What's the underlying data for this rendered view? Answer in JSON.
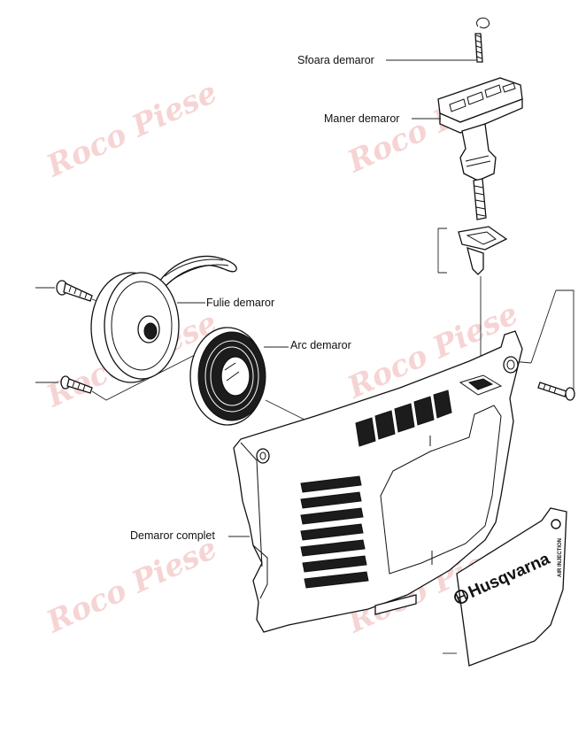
{
  "watermark": "Roco Piese",
  "labels": {
    "sfoara": "Sfoara demaror",
    "maner": "Maner demaror",
    "fulie": "Fulie demaror",
    "arc": "Arc demaror",
    "complet": "Demaror complet"
  },
  "logo": {
    "brand": "Husqvarna",
    "tagline": "AIR INJECTION"
  }
}
